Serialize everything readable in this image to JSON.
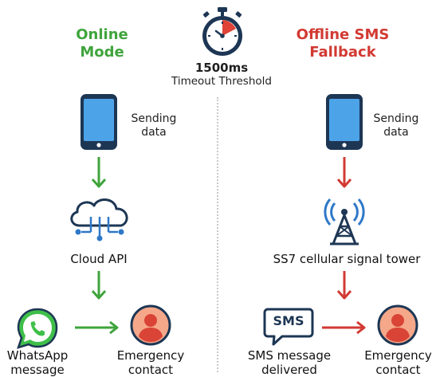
{
  "timer": {
    "value": "1500ms",
    "label": "Timeout Threshold"
  },
  "online": {
    "title_line1": "Online",
    "title_line2": "Mode",
    "send_line1": "Sending",
    "send_line2": "data",
    "cloud_label": "Cloud API",
    "app_line1": "WhatsApp",
    "app_line2": "message",
    "contact_line1": "Emergency",
    "contact_line2": "contact"
  },
  "offline": {
    "title_line1": "Offline SMS",
    "title_line2": "Fallback",
    "send_line1": "Sending",
    "send_line2": "data",
    "tower_label": "SS7 cellular signal tower",
    "sms_icon_text": "SMS",
    "sms_line1": "SMS message",
    "sms_line2": "delivered",
    "contact_line1": "Emergency",
    "contact_line2": "contact"
  },
  "colors": {
    "online_accent": "#3fa43c",
    "offline_accent": "#d23a33",
    "icon_navy": "#1d3654",
    "icon_blue": "#2e78c8",
    "phone_screen": "#4da3e8",
    "whatsapp_green": "#3fbf4a",
    "avatar_bg": "#f5a889",
    "avatar_person": "#d94436"
  },
  "icons": [
    "stopwatch-icon",
    "smartphone-icon",
    "cloud-network-icon",
    "cell-tower-icon",
    "whatsapp-icon",
    "sms-bubble-icon",
    "user-avatar-icon",
    "arrow-icon"
  ]
}
